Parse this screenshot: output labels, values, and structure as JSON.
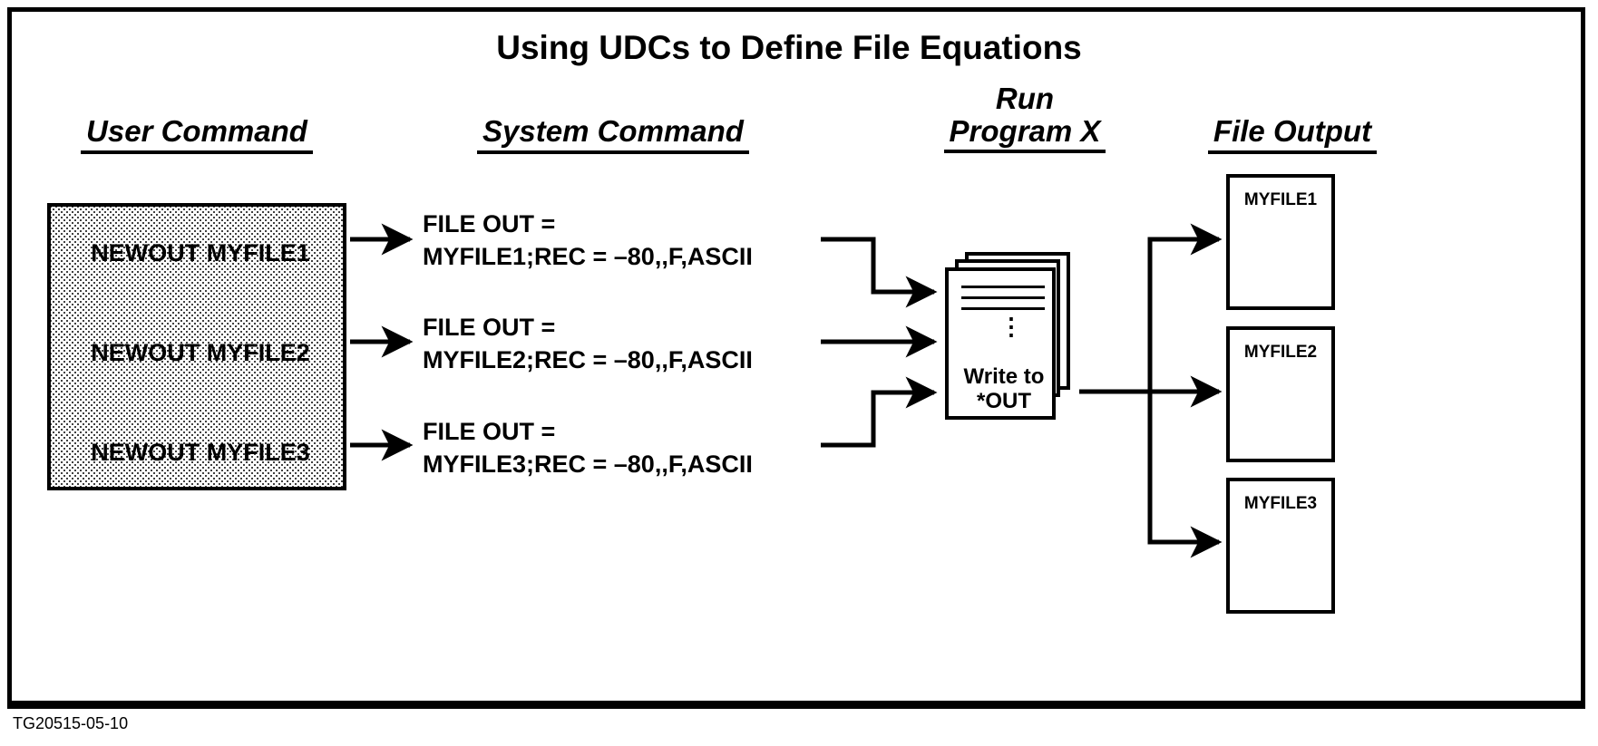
{
  "figure": {
    "title": "Using UDCs to Define File Equations",
    "footer_id": "TG20515-05-10"
  },
  "columns": {
    "user_command": "User Command",
    "system_command": "System Command",
    "run_program_line1": "Run",
    "run_program_line2": "Program  X",
    "file_output": "File Output"
  },
  "user_commands": [
    "NEWOUT MYFILE1",
    "NEWOUT MYFILE2",
    "NEWOUT MYFILE3"
  ],
  "system_commands": [
    {
      "line1": "FILE OUT =",
      "line2": "MYFILE1;REC = –80,,F,ASCII"
    },
    {
      "line1": "FILE OUT =",
      "line2": "MYFILE2;REC = –80,,F,ASCII"
    },
    {
      "line1": "FILE OUT =",
      "line2": "MYFILE3;REC = –80,,F,ASCII"
    }
  ],
  "program": {
    "write_line1": "Write to",
    "write_line2": "*OUT",
    "vertical_dots": "⋮"
  },
  "output_files": [
    "MYFILE1",
    "MYFILE2",
    "MYFILE3"
  ],
  "colors": {
    "ink": "#000000",
    "paper": "#ffffff"
  }
}
